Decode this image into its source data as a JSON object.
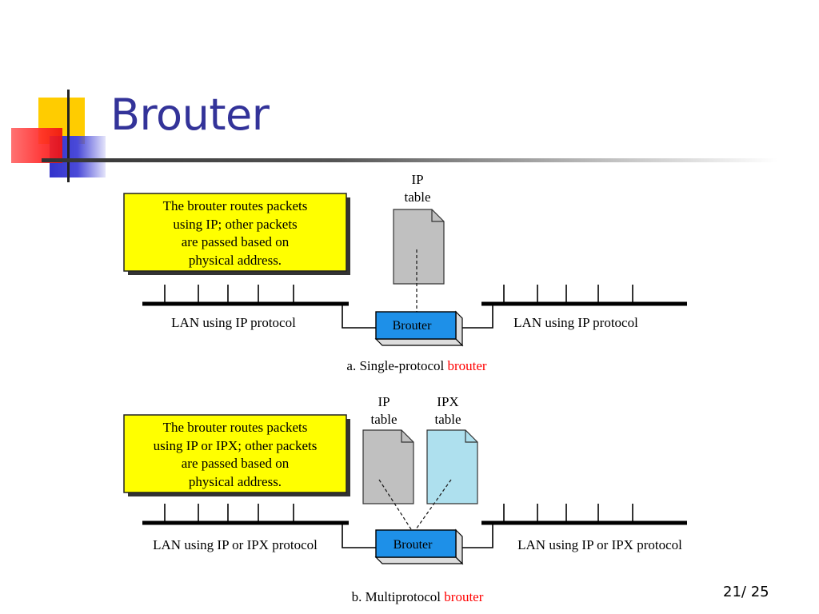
{
  "slide": {
    "title": "Brouter",
    "page_number": "21",
    "page_total": "/ 25"
  },
  "colors": {
    "title": "#333399",
    "note_box": "#ffff00",
    "brouter_box": "#1e90e8",
    "ip_table": "#c0c0c0",
    "ipx_table": "#aee0ee",
    "highlight_text": "#ff0000"
  },
  "panel_a": {
    "note_lines": [
      "The brouter routes packets",
      "using IP; other packets",
      "are passed based on",
      "physical address."
    ],
    "table_label_line1": "IP",
    "table_label_line2": "table",
    "left_lan_label": "LAN using IP protocol",
    "right_lan_label": "LAN using IP protocol",
    "device_label": "Brouter",
    "caption_prefix": "a. Single-protocol ",
    "caption_highlight": "brouter"
  },
  "panel_b": {
    "note_lines": [
      "The brouter routes packets",
      "using IP or IPX; other packets",
      "are passed based on",
      "physical address."
    ],
    "ip_table_line1": "IP",
    "ip_table_line2": "table",
    "ipx_table_line1": "IPX",
    "ipx_table_line2": "table",
    "left_lan_label": "LAN using IP or IPX protocol",
    "right_lan_label": "LAN using IP or IPX protocol",
    "device_label": "Brouter",
    "caption_prefix": "b. Multiprotocol ",
    "caption_highlight": "brouter"
  }
}
